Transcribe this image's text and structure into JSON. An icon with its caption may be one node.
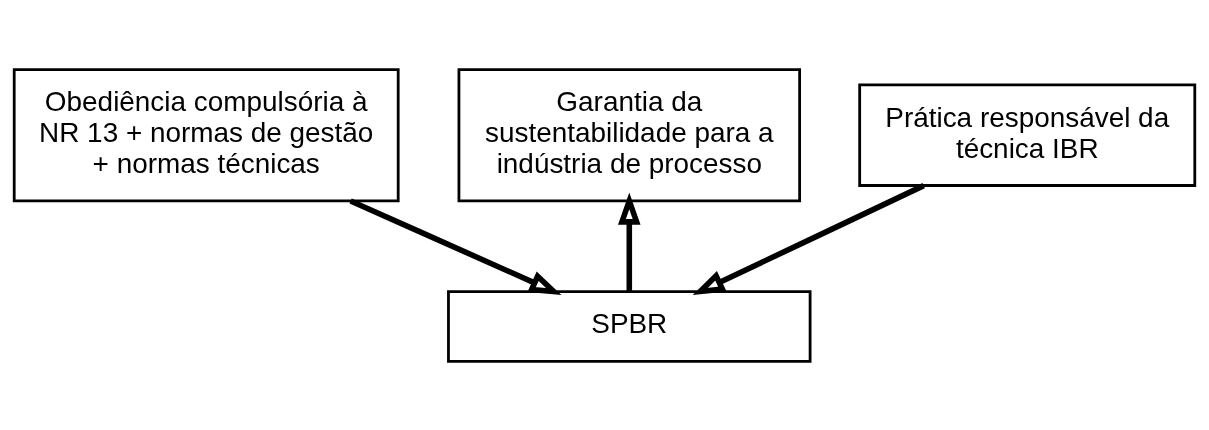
{
  "diagram": {
    "nodes": [
      {
        "text": [
          "Obediência compulsória à NR 13 + normas de gestão + normas técnicas"
        ]
      },
      {
        "text": [
          "Garantia da sustentabilidade para a indústria de processo"
        ]
      },
      {
        "text": [
          "Prática responsável da técnica IBR"
        ]
      },
      {
        "text": [
          "SPBR"
        ]
      }
    ],
    "edges": [
      {
        "from": 0,
        "to": 3,
        "arrow": "to"
      },
      {
        "from": 3,
        "to": 1,
        "arrow": "to"
      },
      {
        "from": 2,
        "to": 3,
        "arrow": "to"
      }
    ]
  }
}
